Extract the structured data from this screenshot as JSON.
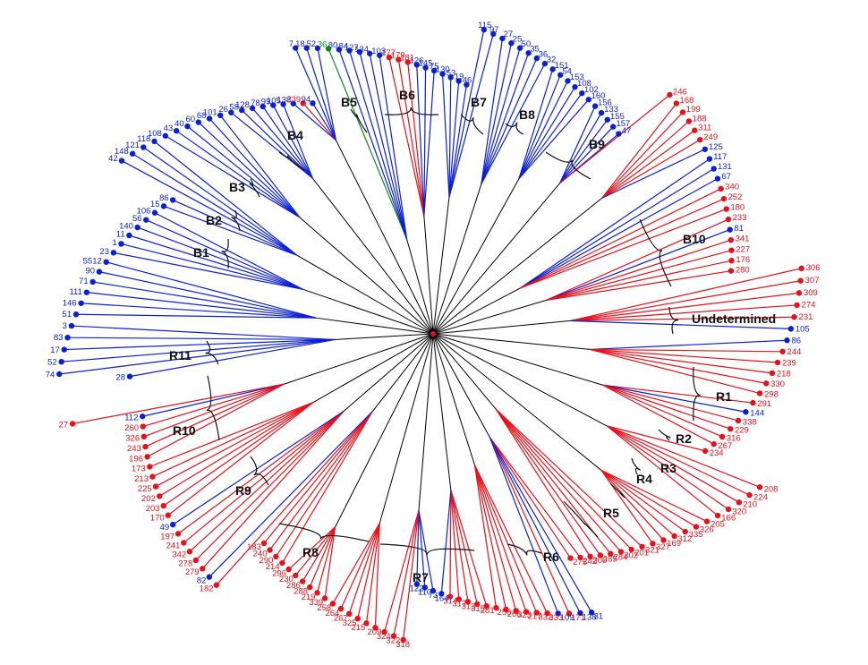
{
  "colors": {
    "blue": "#0b1fd6",
    "red": "#e8101a",
    "green": "#0a8a1a",
    "inner": "#000000",
    "clade_label": "#111111"
  },
  "clade_labels": [
    {
      "id": "B1",
      "text": "B1"
    },
    {
      "id": "B2",
      "text": "B2"
    },
    {
      "id": "B3",
      "text": "B3"
    },
    {
      "id": "B4",
      "text": "B4"
    },
    {
      "id": "B5",
      "text": "B5"
    },
    {
      "id": "B6",
      "text": "B6"
    },
    {
      "id": "B7",
      "text": "B7"
    },
    {
      "id": "B8",
      "text": "B8"
    },
    {
      "id": "B9",
      "text": "B9"
    },
    {
      "id": "B10",
      "text": "B10"
    },
    {
      "id": "UND",
      "text": "Undetermined"
    },
    {
      "id": "R1",
      "text": "R1"
    },
    {
      "id": "R2",
      "text": "R2"
    },
    {
      "id": "R3",
      "text": "R3"
    },
    {
      "id": "R4",
      "text": "R4"
    },
    {
      "id": "R5",
      "text": "R5"
    },
    {
      "id": "R6",
      "text": "R6"
    },
    {
      "id": "R7",
      "text": "R7"
    },
    {
      "id": "R8",
      "text": "R8"
    },
    {
      "id": "R9",
      "text": "R9"
    },
    {
      "id": "R10",
      "text": "R10"
    },
    {
      "id": "R11",
      "text": "R11"
    }
  ],
  "leaves": [
    {
      "label": "28",
      "color": "blue"
    },
    {
      "label": "74",
      "color": "blue"
    },
    {
      "label": "52",
      "color": "blue"
    },
    {
      "label": "17",
      "color": "blue"
    },
    {
      "label": "83",
      "color": "blue"
    },
    {
      "label": "3",
      "color": "blue"
    },
    {
      "label": "51",
      "color": "blue"
    },
    {
      "label": "146",
      "color": "blue"
    },
    {
      "label": "111",
      "color": "blue"
    },
    {
      "label": "71",
      "color": "blue"
    },
    {
      "label": "90",
      "color": "blue"
    },
    {
      "label": "5512",
      "color": "blue"
    },
    {
      "label": "23",
      "color": "blue"
    },
    {
      "label": "1",
      "color": "blue"
    },
    {
      "label": "11",
      "color": "blue"
    },
    {
      "label": "140",
      "color": "blue"
    },
    {
      "label": "56",
      "color": "blue"
    },
    {
      "label": "106",
      "color": "blue"
    },
    {
      "label": "15",
      "color": "blue"
    },
    {
      "label": "86",
      "color": "blue"
    },
    {
      "label": "42",
      "color": "blue"
    },
    {
      "label": "148",
      "color": "blue"
    },
    {
      "label": "121",
      "color": "blue"
    },
    {
      "label": "118",
      "color": "blue"
    },
    {
      "label": "108",
      "color": "blue"
    },
    {
      "label": "43",
      "color": "blue"
    },
    {
      "label": "40",
      "color": "blue"
    },
    {
      "label": "60",
      "color": "blue"
    },
    {
      "label": "68",
      "color": "blue"
    },
    {
      "label": "101",
      "color": "blue"
    },
    {
      "label": "26",
      "color": "blue"
    },
    {
      "label": "58",
      "color": "blue"
    },
    {
      "label": "128",
      "color": "blue"
    },
    {
      "label": "78",
      "color": "blue"
    },
    {
      "label": "99",
      "color": "blue"
    },
    {
      "label": "105",
      "color": "blue"
    },
    {
      "label": "138",
      "color": "blue"
    },
    {
      "label": "239",
      "color": "red"
    },
    {
      "label": "94",
      "color": "blue"
    },
    {
      "label": "7",
      "color": "blue"
    },
    {
      "label": "18",
      "color": "blue"
    },
    {
      "label": "52",
      "color": "blue"
    },
    {
      "label": "36",
      "color": "green"
    },
    {
      "label": "80",
      "color": "blue"
    },
    {
      "label": "84",
      "color": "blue"
    },
    {
      "label": "127",
      "color": "blue"
    },
    {
      "label": "134",
      "color": "blue"
    },
    {
      "label": "103",
      "color": "blue"
    },
    {
      "label": "177",
      "color": "red"
    },
    {
      "label": "179",
      "color": "red"
    },
    {
      "label": "181",
      "color": "red"
    },
    {
      "label": "126",
      "color": "blue"
    },
    {
      "label": "145",
      "color": "blue"
    },
    {
      "label": "75",
      "color": "blue"
    },
    {
      "label": "130",
      "color": "blue"
    },
    {
      "label": "53",
      "color": "blue"
    },
    {
      "label": "19",
      "color": "blue"
    },
    {
      "label": "46",
      "color": "blue"
    },
    {
      "label": "115",
      "color": "blue"
    },
    {
      "label": "97",
      "color": "blue"
    },
    {
      "label": "27",
      "color": "blue"
    },
    {
      "label": "25",
      "color": "blue"
    },
    {
      "label": "50",
      "color": "blue"
    },
    {
      "label": "35",
      "color": "blue"
    },
    {
      "label": "36",
      "color": "blue"
    },
    {
      "label": "32",
      "color": "blue"
    },
    {
      "label": "151",
      "color": "blue"
    },
    {
      "label": "54",
      "color": "blue"
    },
    {
      "label": "153",
      "color": "blue"
    },
    {
      "label": "108",
      "color": "blue"
    },
    {
      "label": "102",
      "color": "blue"
    },
    {
      "label": "160",
      "color": "blue"
    },
    {
      "label": "156",
      "color": "blue"
    },
    {
      "label": "133",
      "color": "blue"
    },
    {
      "label": "155",
      "color": "blue"
    },
    {
      "label": "157",
      "color": "blue"
    },
    {
      "label": "47",
      "color": "blue"
    },
    {
      "label": "246",
      "color": "red"
    },
    {
      "label": "168",
      "color": "red"
    },
    {
      "label": "199",
      "color": "red"
    },
    {
      "label": "188",
      "color": "red"
    },
    {
      "label": "311",
      "color": "red"
    },
    {
      "label": "249",
      "color": "red"
    },
    {
      "label": "125",
      "color": "blue"
    },
    {
      "label": "117",
      "color": "blue"
    },
    {
      "label": "131",
      "color": "blue"
    },
    {
      "label": "67",
      "color": "blue"
    },
    {
      "label": "340",
      "color": "red"
    },
    {
      "label": "252",
      "color": "red"
    },
    {
      "label": "180",
      "color": "red"
    },
    {
      "label": "233",
      "color": "red"
    },
    {
      "label": "81",
      "color": "blue"
    },
    {
      "label": "341",
      "color": "red"
    },
    {
      "label": "227",
      "color": "red"
    },
    {
      "label": "176",
      "color": "red"
    },
    {
      "label": "280",
      "color": "red"
    },
    {
      "label": "306",
      "color": "red"
    },
    {
      "label": "307",
      "color": "red"
    },
    {
      "label": "309",
      "color": "red"
    },
    {
      "label": "274",
      "color": "red"
    },
    {
      "label": "231",
      "color": "red"
    },
    {
      "label": "105",
      "color": "blue"
    },
    {
      "label": "86",
      "color": "blue"
    },
    {
      "label": "244",
      "color": "red"
    },
    {
      "label": "239",
      "color": "red"
    },
    {
      "label": "218",
      "color": "red"
    },
    {
      "label": "330",
      "color": "red"
    },
    {
      "label": "298",
      "color": "red"
    },
    {
      "label": "291",
      "color": "red"
    },
    {
      "label": "144",
      "color": "blue"
    },
    {
      "label": "338",
      "color": "red"
    },
    {
      "label": "229",
      "color": "red"
    },
    {
      "label": "316",
      "color": "red"
    },
    {
      "label": "267",
      "color": "red"
    },
    {
      "label": "234",
      "color": "red"
    },
    {
      "label": "208",
      "color": "red"
    },
    {
      "label": "224",
      "color": "red"
    },
    {
      "label": "210",
      "color": "red"
    },
    {
      "label": "320",
      "color": "red"
    },
    {
      "label": "166",
      "color": "red"
    },
    {
      "label": "205",
      "color": "red"
    },
    {
      "label": "326",
      "color": "red"
    },
    {
      "label": "335",
      "color": "red"
    },
    {
      "label": "312",
      "color": "red"
    },
    {
      "label": "169",
      "color": "red"
    },
    {
      "label": "327",
      "color": "red"
    },
    {
      "label": "321",
      "color": "red"
    },
    {
      "label": "201",
      "color": "red"
    },
    {
      "label": "302",
      "color": "red"
    },
    {
      "label": "284",
      "color": "red"
    },
    {
      "label": "285",
      "color": "red"
    },
    {
      "label": "300",
      "color": "red"
    },
    {
      "label": "242",
      "color": "red"
    },
    {
      "label": "275",
      "color": "red"
    },
    {
      "label": "31",
      "color": "blue"
    },
    {
      "label": "138",
      "color": "blue"
    },
    {
      "label": "171",
      "color": "red"
    },
    {
      "label": "109",
      "color": "blue"
    },
    {
      "label": "333",
      "color": "red"
    },
    {
      "label": "332",
      "color": "red"
    },
    {
      "label": "217",
      "color": "red"
    },
    {
      "label": "323",
      "color": "red"
    },
    {
      "label": "266",
      "color": "red"
    },
    {
      "label": "256",
      "color": "red"
    },
    {
      "label": "281",
      "color": "red"
    },
    {
      "label": "315",
      "color": "red"
    },
    {
      "label": "313",
      "color": "red"
    },
    {
      "label": "317",
      "color": "red"
    },
    {
      "label": "314",
      "color": "red"
    },
    {
      "label": "164",
      "color": "blue"
    },
    {
      "label": "73",
      "color": "blue"
    },
    {
      "label": "110",
      "color": "blue"
    },
    {
      "label": "122",
      "color": "blue"
    },
    {
      "label": "318",
      "color": "red"
    },
    {
      "label": "322",
      "color": "red"
    },
    {
      "label": "324",
      "color": "red"
    },
    {
      "label": "209",
      "color": "red"
    },
    {
      "label": "215",
      "color": "red"
    },
    {
      "label": "325",
      "color": "red"
    },
    {
      "label": "267",
      "color": "red"
    },
    {
      "label": "264",
      "color": "red"
    },
    {
      "label": "258",
      "color": "red"
    },
    {
      "label": "339",
      "color": "red"
    },
    {
      "label": "219",
      "color": "red"
    },
    {
      "label": "288",
      "color": "red"
    },
    {
      "label": "286",
      "color": "red"
    },
    {
      "label": "230",
      "color": "red"
    },
    {
      "label": "296",
      "color": "red"
    },
    {
      "label": "214",
      "color": "red"
    },
    {
      "label": "290",
      "color": "red"
    },
    {
      "label": "240",
      "color": "red"
    },
    {
      "label": "183",
      "color": "red"
    },
    {
      "label": "182",
      "color": "red"
    },
    {
      "label": "82",
      "color": "blue"
    },
    {
      "label": "279",
      "color": "red"
    },
    {
      "label": "278",
      "color": "red"
    },
    {
      "label": "342",
      "color": "red"
    },
    {
      "label": "241",
      "color": "red"
    },
    {
      "label": "197",
      "color": "red"
    },
    {
      "label": "49",
      "color": "blue"
    },
    {
      "label": "170",
      "color": "red"
    },
    {
      "label": "203",
      "color": "red"
    },
    {
      "label": "202",
      "color": "red"
    },
    {
      "label": "225",
      "color": "red"
    },
    {
      "label": "213",
      "color": "red"
    },
    {
      "label": "173",
      "color": "red"
    },
    {
      "label": "196",
      "color": "red"
    },
    {
      "label": "243",
      "color": "red"
    },
    {
      "label": "326",
      "color": "red"
    },
    {
      "label": "260",
      "color": "red"
    },
    {
      "label": "112",
      "color": "blue"
    },
    {
      "label": "27",
      "color": "red"
    }
  ]
}
